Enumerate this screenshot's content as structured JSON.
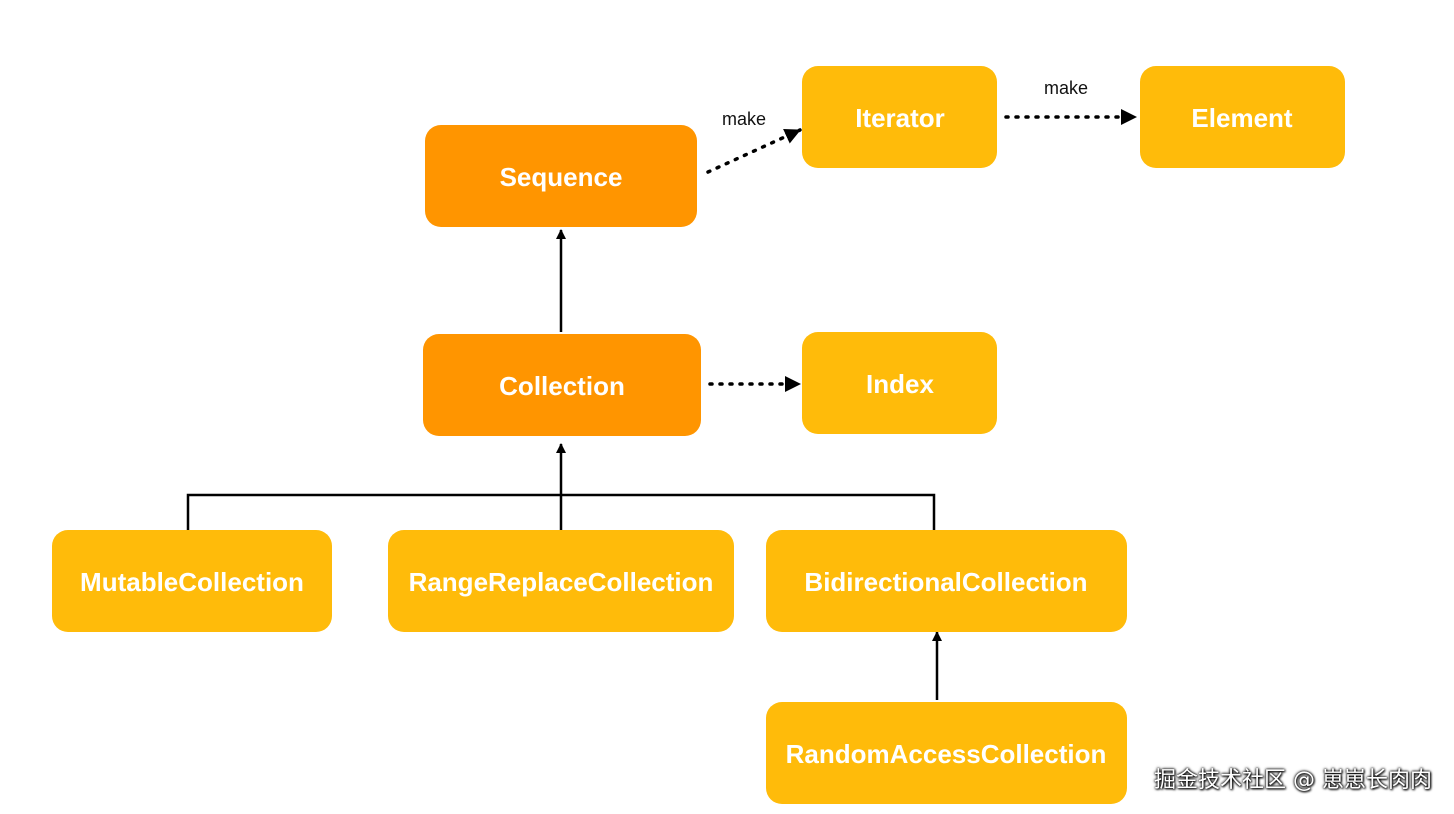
{
  "colors": {
    "primary_node": "#FF9500",
    "secondary_node": "#FFBB0A",
    "edge": "#000000",
    "node_text": "#FFFFFF"
  },
  "nodes": {
    "sequence": {
      "label": "Sequence"
    },
    "iterator": {
      "label": "Iterator"
    },
    "element": {
      "label": "Element"
    },
    "collection": {
      "label": "Collection"
    },
    "index": {
      "label": "Index"
    },
    "mutable": {
      "label": "MutableCollection"
    },
    "rangereplace": {
      "label": "RangeReplaceCollection"
    },
    "bidirectional": {
      "label": "BidirectionalCollection"
    },
    "randomaccess": {
      "label": "RandomAccessCollection"
    }
  },
  "edges": {
    "sequence_iterator": {
      "label": "make",
      "style": "dotted"
    },
    "iterator_element": {
      "label": "make",
      "style": "dotted"
    },
    "collection_index": {
      "style": "dotted"
    },
    "collection_sequence": {
      "style": "solid"
    },
    "children_collection": {
      "style": "solid"
    },
    "randomaccess_bidirectional": {
      "style": "solid"
    }
  },
  "watermark": "掘金技术社区 @ 崽崽长肉肉"
}
